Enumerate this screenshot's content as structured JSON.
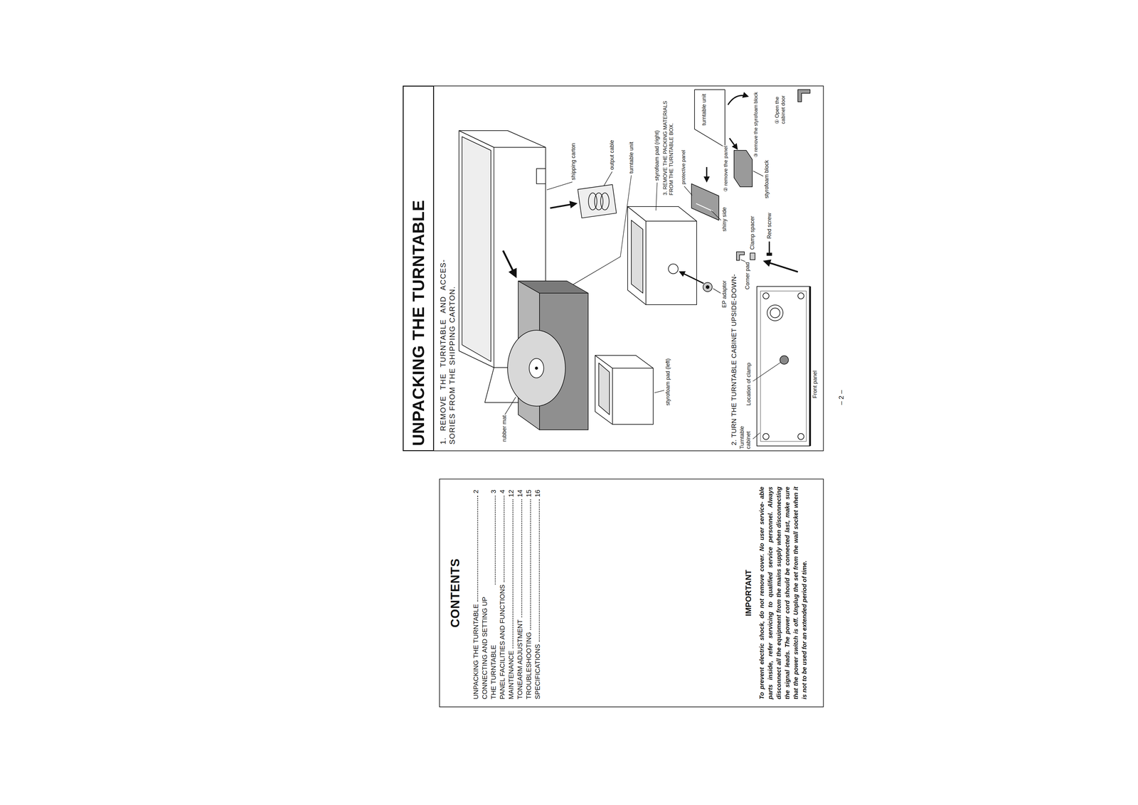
{
  "diagram": {
    "nodes": [
      {
        "text": [
          "CONTENTS",
          "UNPACKING THE TURNTABLE",
          "2",
          "CONNECTING AND SETTING UP THE TURNTABLE",
          "3",
          "PANEL FACILITIES AND FUNCTIONS",
          "4",
          "MAINTENANCE",
          "12",
          "TONEARM ADJUSTMENT",
          "14",
          "TROUBLESHOOTING",
          "15",
          "SPECIFICATIONS",
          "16",
          "IMPORTANT",
          "To prevent electric shock, do not remove cover. No user service- able parts inside, refer servicing to qualified service personnel. Always disconnect all the equipment from the mains supply when disconnecting the signal leads. The power cord should be connected last, make sure that the power switch is off. Unplug the set from the wall socket when it is not to be used for an extended period of time."
        ]
      },
      {
        "text": [
          "UNPACKING THE TURNTABLE"
        ]
      },
      {
        "text": [
          "1. REMOVE THE TURNTABLE AND ACCES- SORIES FROM THE SHIPPING CARTON.",
          "2. TURN THE TURNTABLE CABINET UPSIDE-DOWN-",
          "3. REMOVE THE PACKING MATERIALS FROM THE TURNTABLE BOX."
        ]
      }
    ],
    "labels": [
      "rubber mat",
      "shipping carton",
      "output cable",
      "turntable unit",
      "styrofoam pad (left)",
      "styrofoam pad (right)",
      "EP adaptor",
      "protective panel",
      "shiny side",
      "turntable unit",
      "② remove the panel",
      "③ remove the styrofoam block",
      "① Open the cabinet door",
      "Corner pad",
      "Clamp spacer",
      "Red screw",
      "styrofoam block",
      "Turntable cabinet",
      "Location of clamp",
      "Front panel",
      "– 2 –"
    ]
  }
}
